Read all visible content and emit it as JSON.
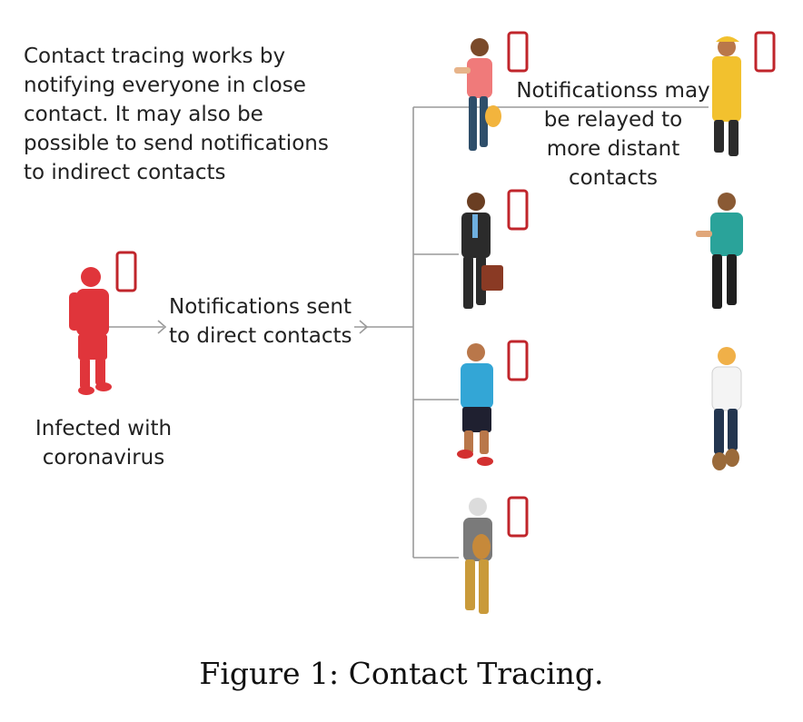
{
  "intro_text": "Contact tracing works by\nnotifying everyone in close\ncontact. It may also be\npossible to send notifications\nto indirect contacts",
  "infected_label": "Infected with\ncoronavirus",
  "direct_label": "Notifications sent\nto direct contacts",
  "relay_label": "Notificationss may\nbe relayed to\nmore distant\ncontacts",
  "caption": "Figure 1: Contact Tracing.",
  "colors": {
    "infected": "#e0353b",
    "phone": "#c0252b",
    "line": "#9a9a9a"
  }
}
